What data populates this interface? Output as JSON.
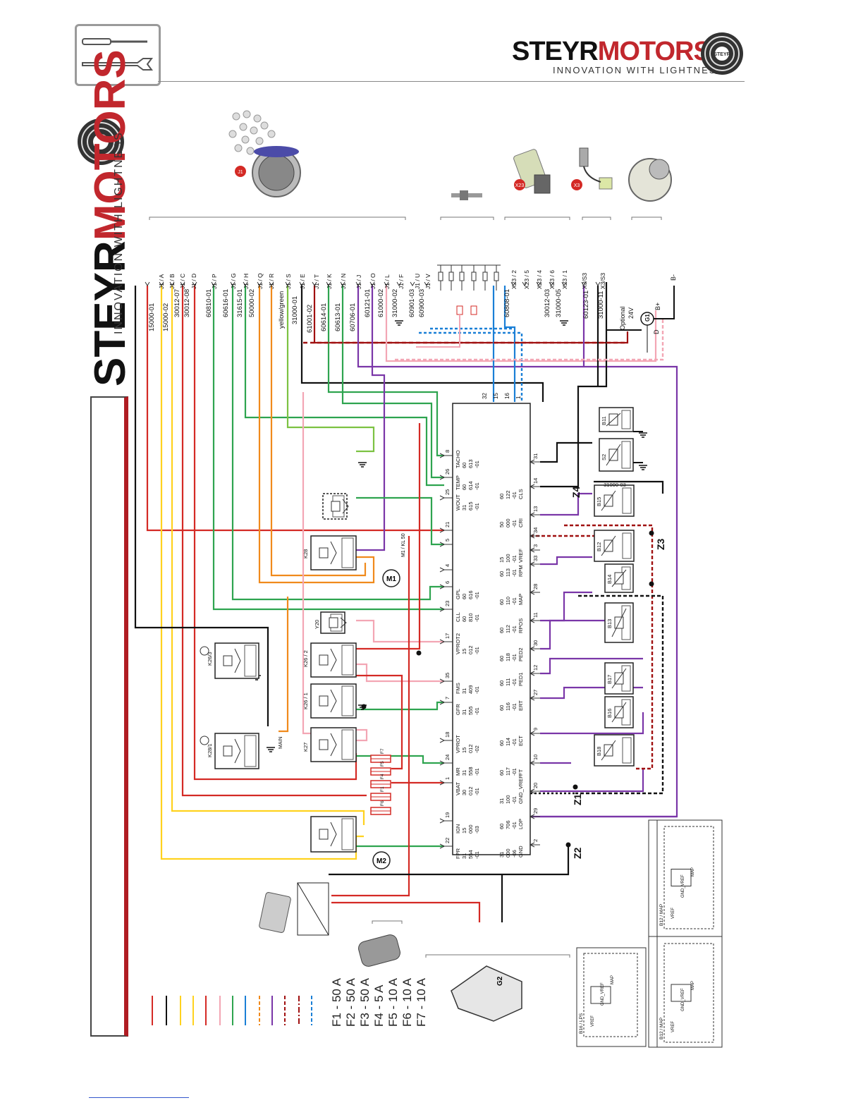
{
  "brand": {
    "steyr": "STEYR",
    "motors": "MOTORS",
    "tagline": "INNOVATION WITH LIGHTNESS",
    "seal": "STEYR"
  },
  "connector_tags": [
    "J1",
    "X23",
    "X3"
  ],
  "wire_labels": [
    "15000-01",
    "15000-02",
    "30012-07",
    "30012-08",
    "60810-01",
    "60616-01",
    "31615-01",
    "50000-02",
    "yellow/green",
    "31000-01",
    "61001-02",
    "60614-01",
    "60613-01",
    "60706-01",
    "60121-01",
    "61000-02",
    "31000-02",
    "60901-03",
    "60900-03",
    "60808-01",
    "30012-03",
    "31000-05",
    "60123-01",
    "31000-11"
  ],
  "pin_labels": [
    "J1 / A",
    "J1 / B",
    "J1 / C",
    "J1 / D",
    "J1 / P",
    "J1 / G",
    "J1 / H",
    "J1 / Q",
    "J1 / R",
    "J1 / S",
    "J1 / E",
    "J1 / T",
    "J1 / K",
    "J1 / N",
    "J1 / J",
    "J1 / O",
    "J1 / L",
    "J1 / F",
    "J1 / U",
    "J1 / V",
    "X23 / 2",
    "X23 / 5",
    "X23 / 4",
    "X23 / 6",
    "X23 / 1",
    "X3/S3",
    "X3/S3"
  ],
  "alternator": {
    "optional": "Optional",
    "voltage": "24V",
    "id": "G1",
    "b_plus": "B+",
    "b_minus": "B-",
    "d": "D"
  },
  "ecu_top_pins": [
    "32",
    "15",
    "16",
    "1"
  ],
  "ecu_left": [
    {
      "pin": "8",
      "lines": [
        "TACHO",
        "60",
        "613",
        "-01"
      ]
    },
    {
      "pin": "26",
      "lines": [
        "TEMP",
        "60",
        "614",
        "-01"
      ]
    },
    {
      "pin": "25",
      "lines": [
        "WOUT",
        "31",
        "615",
        "-01"
      ]
    },
    {
      "pin": "21",
      "lines": []
    },
    {
      "pin": "5",
      "lines": []
    },
    {
      "pin": "4",
      "lines": []
    },
    {
      "pin": "6",
      "lines": [
        "GPL",
        "60",
        "616",
        "-01"
      ]
    },
    {
      "pin": "23",
      "lines": [
        "CLL",
        "60",
        "810",
        "-01"
      ]
    },
    {
      "pin": "17",
      "lines": [
        "VPROT2",
        "15",
        "012",
        "-01"
      ]
    },
    {
      "pin": "35",
      "lines": [
        "FMS",
        "31",
        "409",
        "-01"
      ]
    },
    {
      "pin": "7",
      "lines": [
        "GFR",
        "31",
        "555",
        "-01"
      ]
    },
    {
      "pin": "18",
      "lines": [
        "VPROT",
        "15",
        "012",
        "-02"
      ]
    },
    {
      "pin": "24",
      "lines": [
        "MR",
        "31",
        "558",
        "-01"
      ]
    },
    {
      "pin": "1",
      "lines": [
        "VBAT",
        "30",
        "012",
        "-01"
      ]
    },
    {
      "pin": "19",
      "lines": [
        "IGN",
        "15",
        "000",
        "-03"
      ]
    },
    {
      "pin": "22",
      "lines": [
        "FPR",
        "31",
        "554",
        "-01"
      ]
    }
  ],
  "ecu_right": [
    {
      "pin": "31",
      "lines": []
    },
    {
      "pin": "14",
      "lines": [
        "60",
        "122",
        "-01",
        "CLS"
      ]
    },
    {
      "pin": "13",
      "lines": [
        "50",
        "000",
        "-01",
        "CRI"
      ]
    },
    {
      "pin": "34",
      "lines": []
    },
    {
      "pin": "3",
      "lines": [
        "15",
        "100",
        "-01",
        "VREF"
      ]
    },
    {
      "pin": "33",
      "lines": [
        "60",
        "113",
        "-01",
        "RPM"
      ]
    },
    {
      "pin": "28",
      "lines": [
        "60",
        "110",
        "-01",
        "MAP"
      ]
    },
    {
      "pin": "11",
      "lines": [
        "60",
        "112",
        "-01",
        "RPOS"
      ]
    },
    {
      "pin": "30",
      "lines": [
        "60",
        "118",
        "-01",
        "PED2"
      ]
    },
    {
      "pin": "12",
      "lines": [
        "60",
        "111",
        "-01",
        "PED1"
      ]
    },
    {
      "pin": "27",
      "lines": [
        "60",
        "116",
        "-01",
        "ERT"
      ]
    },
    {
      "pin": "9",
      "lines": [
        "60",
        "114",
        "-01",
        "ECT"
      ]
    },
    {
      "pin": "10",
      "lines": [
        "60",
        "117",
        "-01",
        "FT"
      ]
    },
    {
      "pin": "20",
      "lines": [
        "31",
        "100",
        "-01",
        "GND_VREF"
      ]
    },
    {
      "pin": "29",
      "lines": [
        "60",
        "706",
        "-01",
        "LOP"
      ]
    },
    {
      "pin": "2",
      "lines": [
        "31",
        "000",
        "-06",
        "GND"
      ]
    }
  ],
  "sensors": [
    "B11",
    "S2",
    "B15",
    "B12",
    "B14",
    "B13",
    "B17",
    "B16",
    "B18"
  ],
  "sensor_note": "31000-03",
  "nodes": [
    "Z4",
    "Z3",
    "Z1",
    "Z2"
  ],
  "relays": [
    "K28",
    "K26/3",
    "K28/1",
    "K26 / 2",
    "K26 / 1",
    "K27",
    "Y20"
  ],
  "motors": {
    "m1": "M1",
    "m1_label": "M1 / KL 50",
    "m2": "M2",
    "g2": "G2",
    "main": "MAIN"
  },
  "fuse_marks": [
    "F7",
    "F5",
    "F4",
    "F1",
    "F6"
  ],
  "fuses": [
    "F1 - 50 A",
    "F2 - 50 A",
    "F3 - 50 A",
    "F4 -  5 A",
    "F5 - 10 A",
    "F6 - 10 A",
    "F7 - 10 A"
  ],
  "insets": [
    {
      "title": "B12 / MAP",
      "labels": [
        "VREF",
        "GND_VREF",
        "MAP"
      ]
    },
    {
      "title": "B12 / MAP",
      "labels": [
        "VREF",
        "GND_VREF",
        "MAP"
      ]
    },
    {
      "title": "B16 / LPS",
      "labels": [
        "VREF",
        "GND_VREF",
        "MAP"
      ]
    }
  ],
  "colors": {
    "red": "#d42a25",
    "yellow": "#ffd21e",
    "green": "#2ea44f",
    "pink": "#f3a6b4",
    "purple": "#7a36a8",
    "orange": "#f08a1c",
    "blue": "#1a7fd6",
    "darkred": "#a01010",
    "lime": "#7cc242",
    "black": "#111111"
  }
}
